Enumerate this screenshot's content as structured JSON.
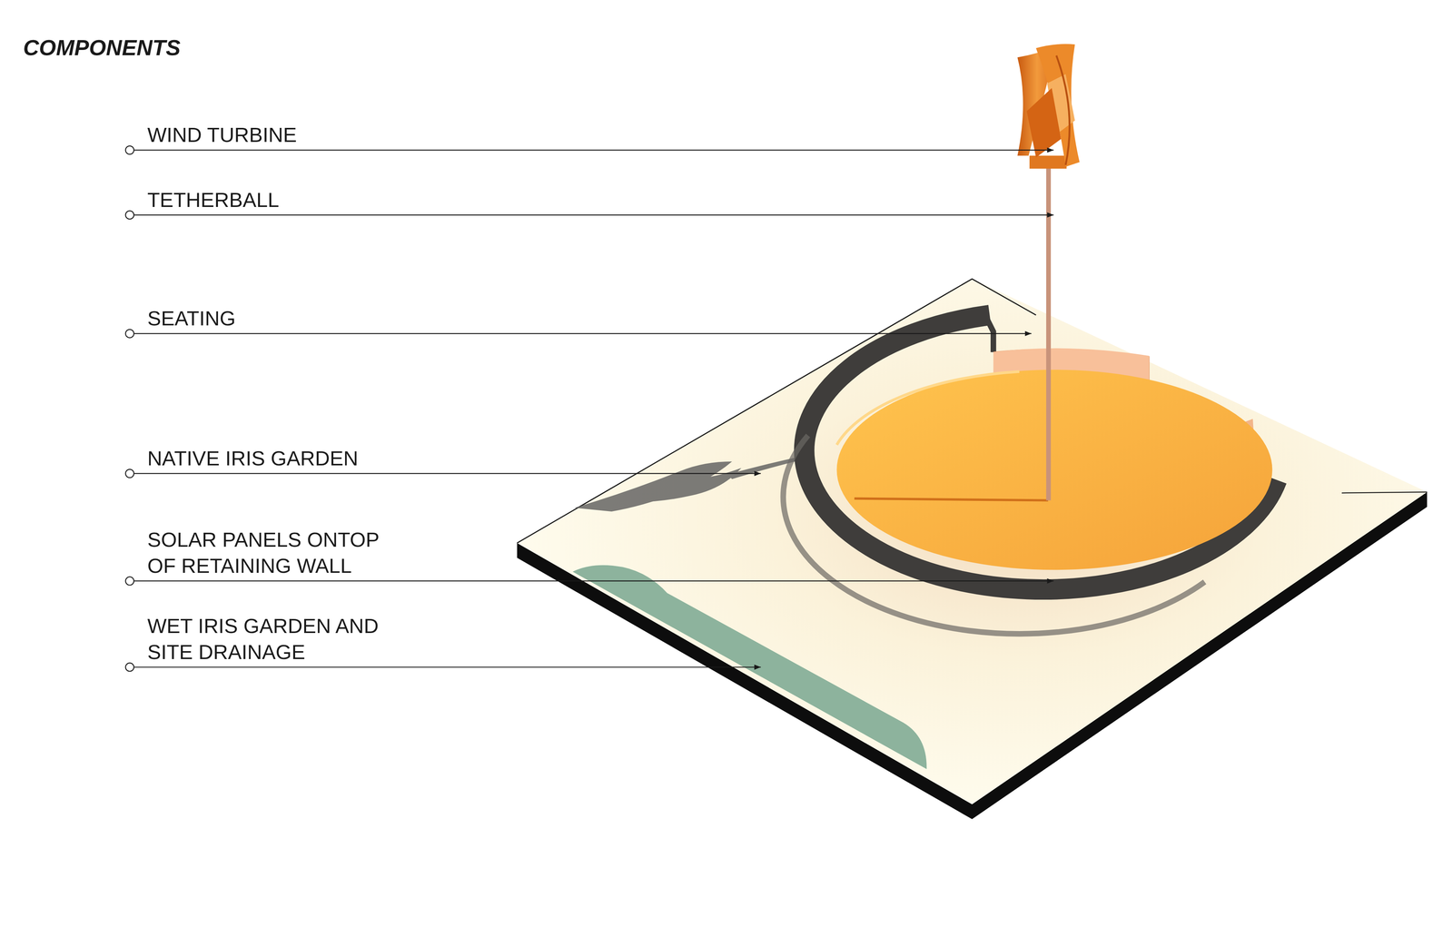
{
  "diagram": {
    "title": "COMPONENTS",
    "labels": [
      "WIND TURBINE",
      "TETHERBALL",
      "SEATING",
      "NATIVE IRIS GARDEN",
      "SOLAR PANELS ONTOP OF RETAINING WALL",
      "WET IRIS GARDEN AND SITE DRAINAGE"
    ]
  }
}
